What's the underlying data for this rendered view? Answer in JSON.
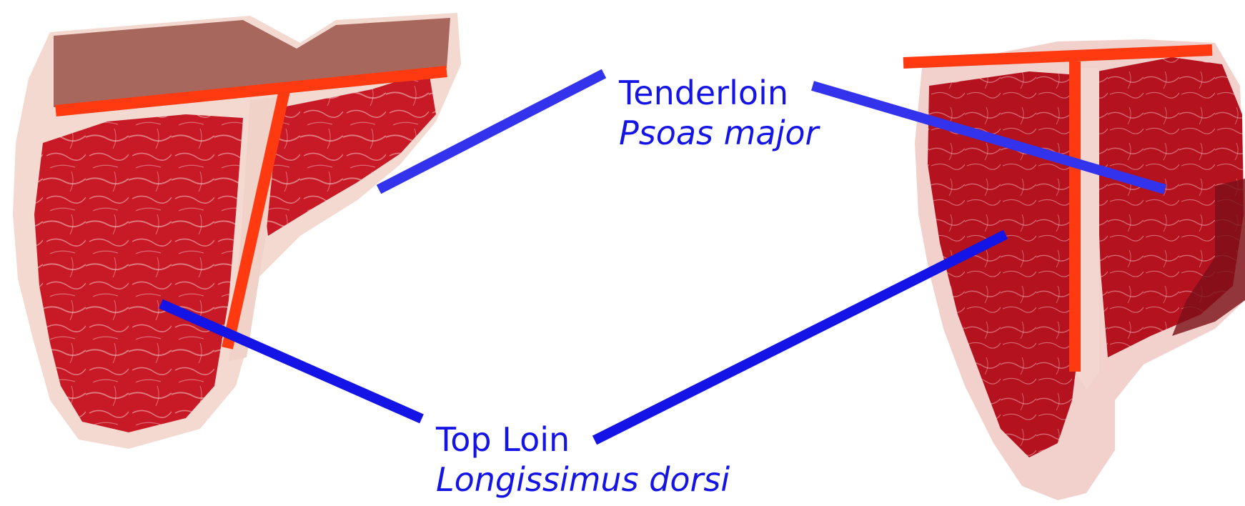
{
  "labels": {
    "tenderloin": {
      "name": "Tenderloin",
      "latin": "Psoas major"
    },
    "top_loin": {
      "name": "Top Loin",
      "latin": "Longissimus dorsi"
    }
  },
  "colors": {
    "label_text": "#1414e6",
    "leader_line": "#2b2bf0",
    "bone_line": "#ff3a10",
    "meat_red": "#c71a26",
    "meat_dark": "#9a1020",
    "fat": "#f3d9d0",
    "bone": "#8a5a4c"
  },
  "images": [
    {
      "name": "t-bone-steak-left"
    },
    {
      "name": "t-bone-steak-right"
    }
  ]
}
